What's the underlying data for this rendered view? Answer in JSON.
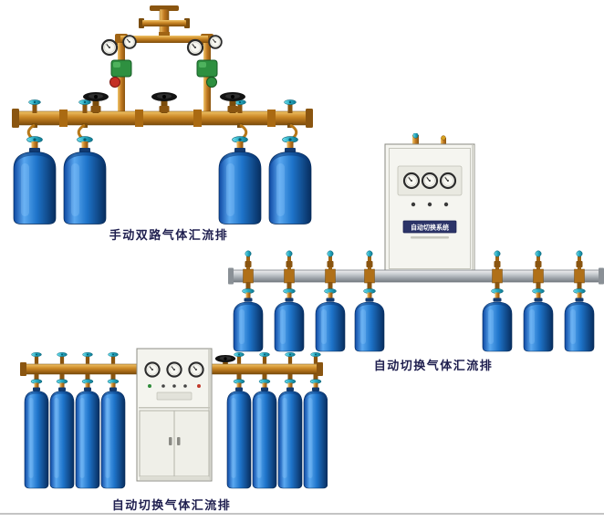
{
  "page": {
    "background": "#ffffff"
  },
  "products": [
    {
      "caption": "手动双路气体汇流排"
    },
    {
      "caption": "自动切换气体汇流排",
      "cabinet_label": "自动切换系统"
    },
    {
      "caption": "自动切换气体汇流排"
    }
  ],
  "colors": {
    "caption_text": "#1f1f4f",
    "brass": "#c07818",
    "cylinder_blue": "#1565c0",
    "valve_teal": "#25a8c0",
    "pipe_silver": "#b0b6bc",
    "cabinet_body": "#f4f4ef",
    "cabinet_label_bg": "#2c3468",
    "handwheel_black": "#131313"
  }
}
